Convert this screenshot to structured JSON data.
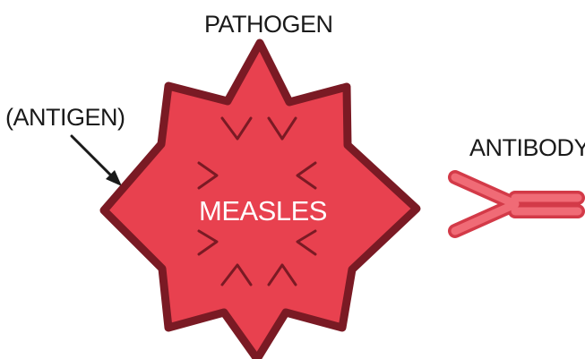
{
  "labels": {
    "pathogen": "PATHOGEN",
    "antigen": "(ANTIGEN)",
    "antibody": "ANTIBODY",
    "measles": "MEASLES"
  },
  "colors": {
    "virus_fill": "#e8414f",
    "virus_outline": "#7a1a24",
    "antibody_fill": "#f06b76",
    "antibody_outline": "#d33a48",
    "text": "#1a1a1a"
  }
}
